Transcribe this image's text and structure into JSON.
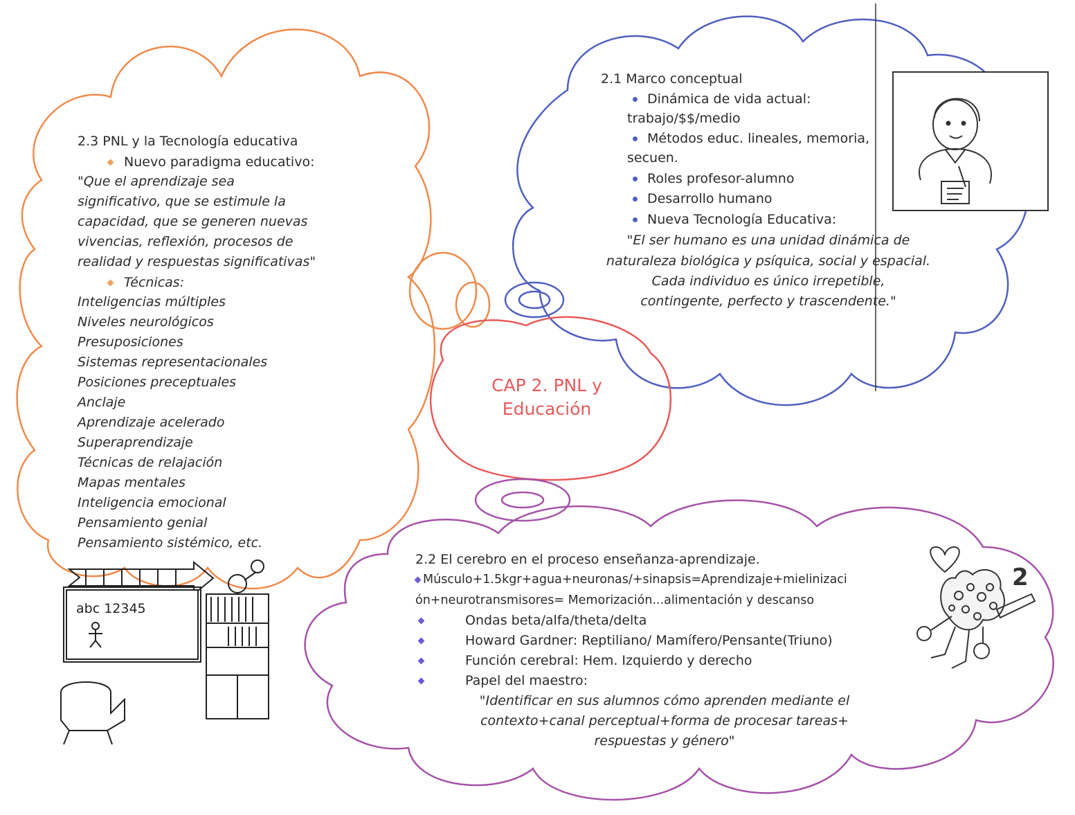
{
  "colors": {
    "orange": "#f08a4b",
    "blue": "#4e5fbf",
    "purple": "#a552a8",
    "red": "#e85a5a",
    "diamond_orange": "#f0a060",
    "diamond_purple": "#6b5bd6",
    "dot_blue": "#4e5fbf"
  },
  "center": {
    "title_line1": "CAP 2. PNL y",
    "title_line2": "Educación"
  },
  "s23": {
    "heading": "2.3 PNL y la Tecnología educativa",
    "bullet1": "Nuevo paradigma educativo:",
    "quote": [
      "\"Que el aprendizaje sea",
      "significativo, que se estimule la",
      "capacidad, que se generen nuevas",
      "vivencias, reflexión, procesos de",
      "realidad y respuestas significativas\""
    ],
    "bullet2": "Técnicas:",
    "techniques": [
      "Inteligencias múltiples",
      "Niveles neurológicos",
      "Presuposiciones",
      "Sistemas representacionales",
      "Posiciones preceptuales",
      "Anclaje",
      "Aprendizaje acelerado",
      "Superaprendizaje",
      "Técnicas de relajación",
      "Mapas mentales",
      "Inteligencia emocional",
      "Pensamiento genial",
      "Pensamiento sistémico, etc."
    ]
  },
  "s21": {
    "heading": "2.1 Marco conceptual",
    "b1_line1": "Dinámica de vida actual:",
    "b1_line2": "trabajo/$$/medio",
    "b2_line1": "Métodos educ. lineales, memoria,",
    "b2_line2": "secuen.",
    "b3": "Roles profesor-alumno",
    "b4": "Desarrollo humano",
    "b5": "Nueva Tecnología Educativa:",
    "quote": [
      "\"El ser humano es una unidad dinámica de",
      "naturaleza biológica y psíquica, social y espacial.",
      "Cada individuo es único irrepetible,",
      "contingente, perfecto y trascendente.\""
    ]
  },
  "s22": {
    "heading": "2.2 El cerebro en el proceso enseñanza-aprendizaje.",
    "line1": "Músculo+1.5kgr+agua+neuronas/+sinapsis=Aprendizaje+mielinizaci",
    "line2": "ón+neurotransmisores= Memorización...alimentación y descanso",
    "b1": "Ondas beta/alfa/theta/delta",
    "b2": "Howard Gardner: Reptiliano/ Mamífero/Pensante(Triuno)",
    "b3": "Función cerebral: Hem. Izquierdo y derecho",
    "b4": "Papel del maestro:",
    "quote": [
      "\"Identificar en sus alumnos cómo aprenden mediante el",
      "contexto+canal perceptual+forma de procesar tareas+",
      "respuestas y género\""
    ]
  },
  "doodles": {
    "board_text": "abc  12345",
    "number_two": "2"
  }
}
